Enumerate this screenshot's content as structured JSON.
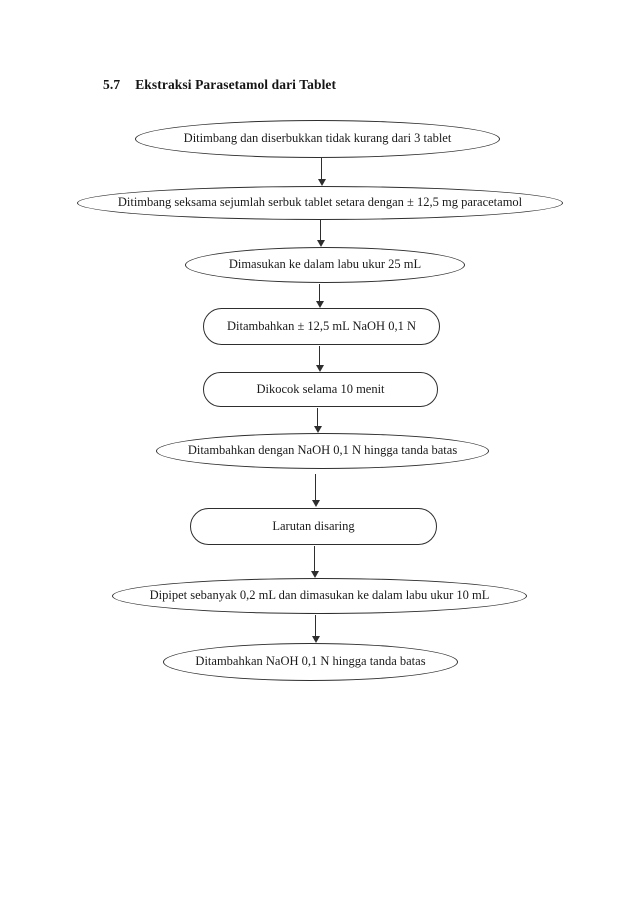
{
  "document": {
    "heading": {
      "number": "5.7",
      "title": "Ekstraksi Parasetamol dari Tablet"
    }
  },
  "flowchart": {
    "nodes": [
      {
        "id": "step-1",
        "shape": "ellipse",
        "label": "Ditimbang dan diserbukkan tidak kurang dari 3 tablet"
      },
      {
        "id": "step-2",
        "shape": "ellipse",
        "label": "Ditimbang seksama sejumlah serbuk tablet setara dengan ± 12,5 mg paracetamol"
      },
      {
        "id": "step-3",
        "shape": "ellipse",
        "label": "Dimasukan ke dalam labu ukur 25 mL"
      },
      {
        "id": "step-4",
        "shape": "stadium",
        "label": "Ditambahkan ± 12,5 mL NaOH 0,1 N"
      },
      {
        "id": "step-5",
        "shape": "stadium",
        "label": "Dikocok selama 10 menit"
      },
      {
        "id": "step-6",
        "shape": "ellipse",
        "label": "Ditambahkan dengan NaOH 0,1 N hingga tanda batas"
      },
      {
        "id": "step-7",
        "shape": "stadium",
        "label": "Larutan disaring"
      },
      {
        "id": "step-8",
        "shape": "ellipse",
        "label": "Dipipet sebanyak 0,2 mL dan dimasukan ke dalam labu ukur 10 mL"
      },
      {
        "id": "step-9",
        "shape": "ellipse",
        "label": "Ditambahkan NaOH 0,1 N hingga tanda batas"
      }
    ],
    "edges": [
      {
        "from": "step-1",
        "to": "step-2"
      },
      {
        "from": "step-2",
        "to": "step-3"
      },
      {
        "from": "step-3",
        "to": "step-4"
      },
      {
        "from": "step-4",
        "to": "step-5"
      },
      {
        "from": "step-5",
        "to": "step-6"
      },
      {
        "from": "step-6",
        "to": "step-7"
      },
      {
        "from": "step-7",
        "to": "step-8"
      },
      {
        "from": "step-8",
        "to": "step-9"
      }
    ]
  },
  "colors": {
    "page_background": "#ffffff",
    "stroke": "#2e2e2e",
    "text": "#1a1a1a"
  }
}
